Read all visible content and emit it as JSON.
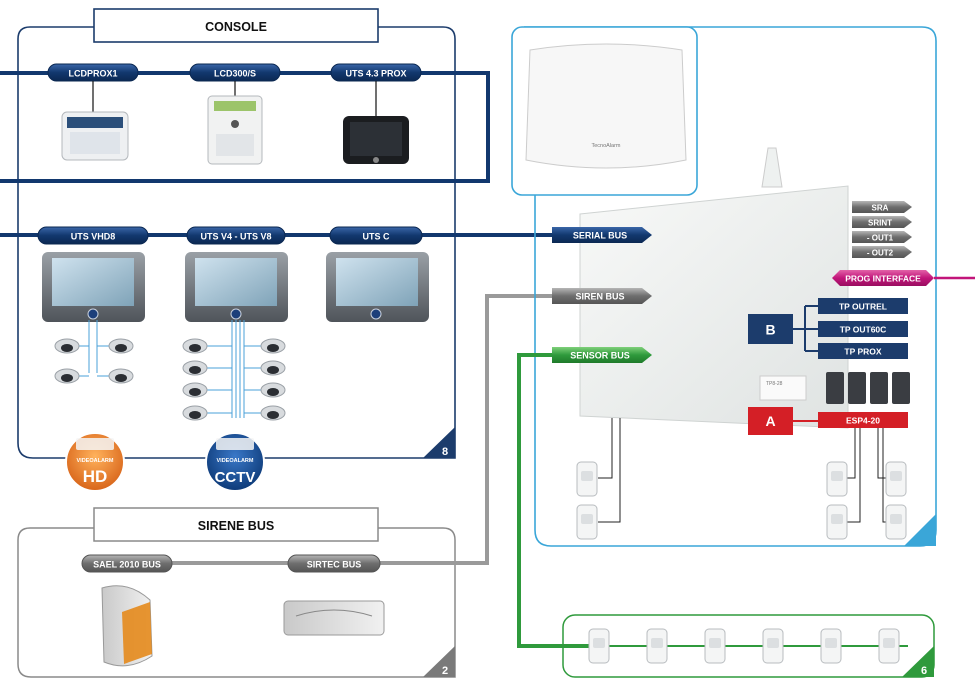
{
  "console": {
    "title": "CONSOLE",
    "badge": "8",
    "keypads": [
      "LCDPROX1",
      "LCD300/S",
      "UTS 4.3 PROX"
    ],
    "monitors": [
      "UTS VHD8",
      "UTS V4 - UTS V8",
      "UTS C"
    ]
  },
  "logos": {
    "hd_top": "VIDEOALARM",
    "hd_main": "HD",
    "cctv_top": "VIDEOALARM",
    "cctv_main": "CCTV"
  },
  "sirene": {
    "title": "SIRENE BUS",
    "badge": "2",
    "devices": [
      "SAEL 2010 BUS",
      "SIRTEC BUS"
    ]
  },
  "central": {
    "badge": "",
    "brand": "TecnoAlarm",
    "buses": {
      "serial": "SERIAL BUS",
      "siren": "SIREN BUS",
      "sensor": "SENSOR BUS"
    },
    "outputs": [
      "SRA",
      "SRINT",
      "- OUT1",
      "- OUT2"
    ],
    "prog": "PROG INTERFACE",
    "group_b": {
      "letter": "B",
      "items": [
        "TP OUTREL",
        "TP OUT60C",
        "TP PROX"
      ]
    },
    "group_a": {
      "letter": "A",
      "item": "ESP4-20"
    },
    "board_label": "TP8-28"
  },
  "sensor_group": {
    "badge": "6"
  },
  "colors": {
    "navy": "#12386e",
    "console_border": "#1c3c6c",
    "central_border": "#3aa6d8",
    "gray_border": "#8a8a8a",
    "sensor_green": "#2f9a3c",
    "prog_magenta": "#c2157a",
    "red_a": "#d41f26"
  }
}
